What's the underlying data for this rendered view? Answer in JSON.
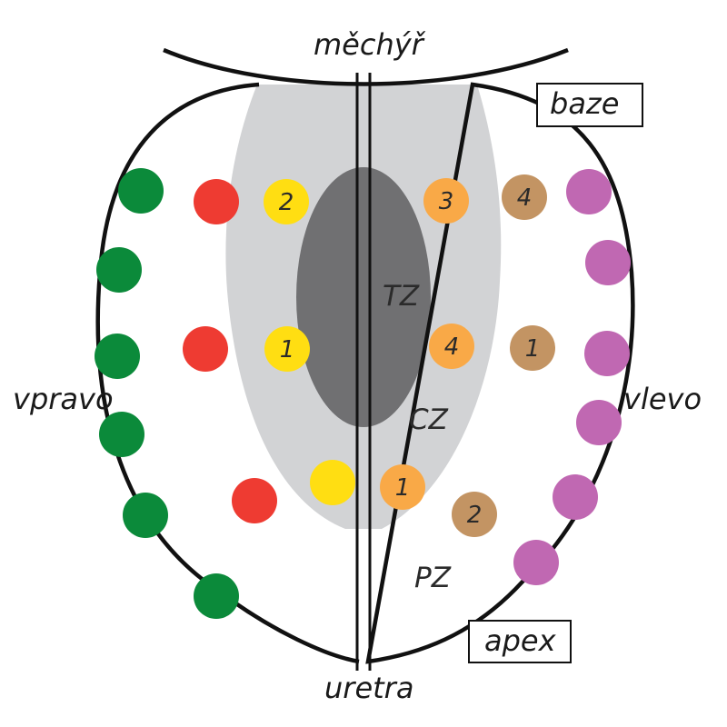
{
  "labels": {
    "bladder": "měchýř",
    "base": "baze",
    "apex": "apex",
    "urethra": "uretra",
    "right": "vpravo",
    "left": "vlevo",
    "tz": "TZ",
    "cz": "CZ",
    "pz": "PZ"
  },
  "colors": {
    "green": "#0b8a3a",
    "red": "#ee3b32",
    "yellow": "#ffde12",
    "orange": "#f9a947",
    "tan": "#c39463",
    "purple": "#c068b2",
    "central_zone": "#d2d3d5",
    "transition_zone": "#707072",
    "outline": "#111111"
  },
  "markers": {
    "yellow_upper": "2",
    "yellow_middle": "1",
    "orange_upper": "3",
    "orange_middle": "4",
    "orange_lower": "1",
    "tan_upper": "4",
    "tan_middle": "1",
    "tan_lower": "2"
  }
}
